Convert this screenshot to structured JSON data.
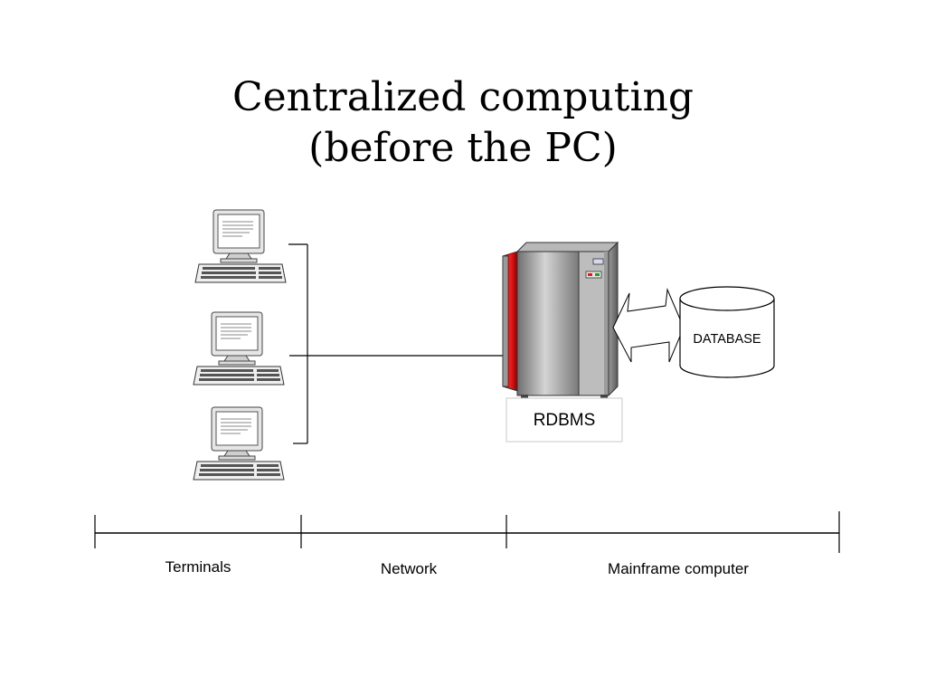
{
  "title": {
    "line1": "Centralized computing",
    "line2": "(before the PC)"
  },
  "server": {
    "label": "RDBMS",
    "icon": "mainframe-server-icon",
    "accent": "#d01010"
  },
  "database": {
    "label": "DATABASE",
    "icon": "database-cylinder-icon"
  },
  "terminals": {
    "count": 3,
    "icon": "terminal-computer-icon"
  },
  "timeline": {
    "sections": [
      "Terminals",
      "Network",
      "Mainframe computer"
    ]
  }
}
